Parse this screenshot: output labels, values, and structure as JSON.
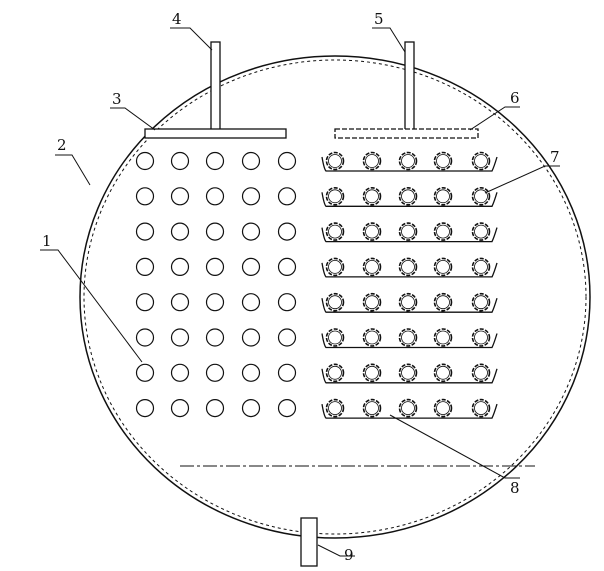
{
  "labels": {
    "l1": "1",
    "l2": "2",
    "l3": "3",
    "l4": "4",
    "l5": "5",
    "l6": "6",
    "l7": "7",
    "l8": "8",
    "l9": "9"
  },
  "grid": {
    "columns": 5,
    "rows": 8
  },
  "colors": {
    "ink": "#111111"
  }
}
